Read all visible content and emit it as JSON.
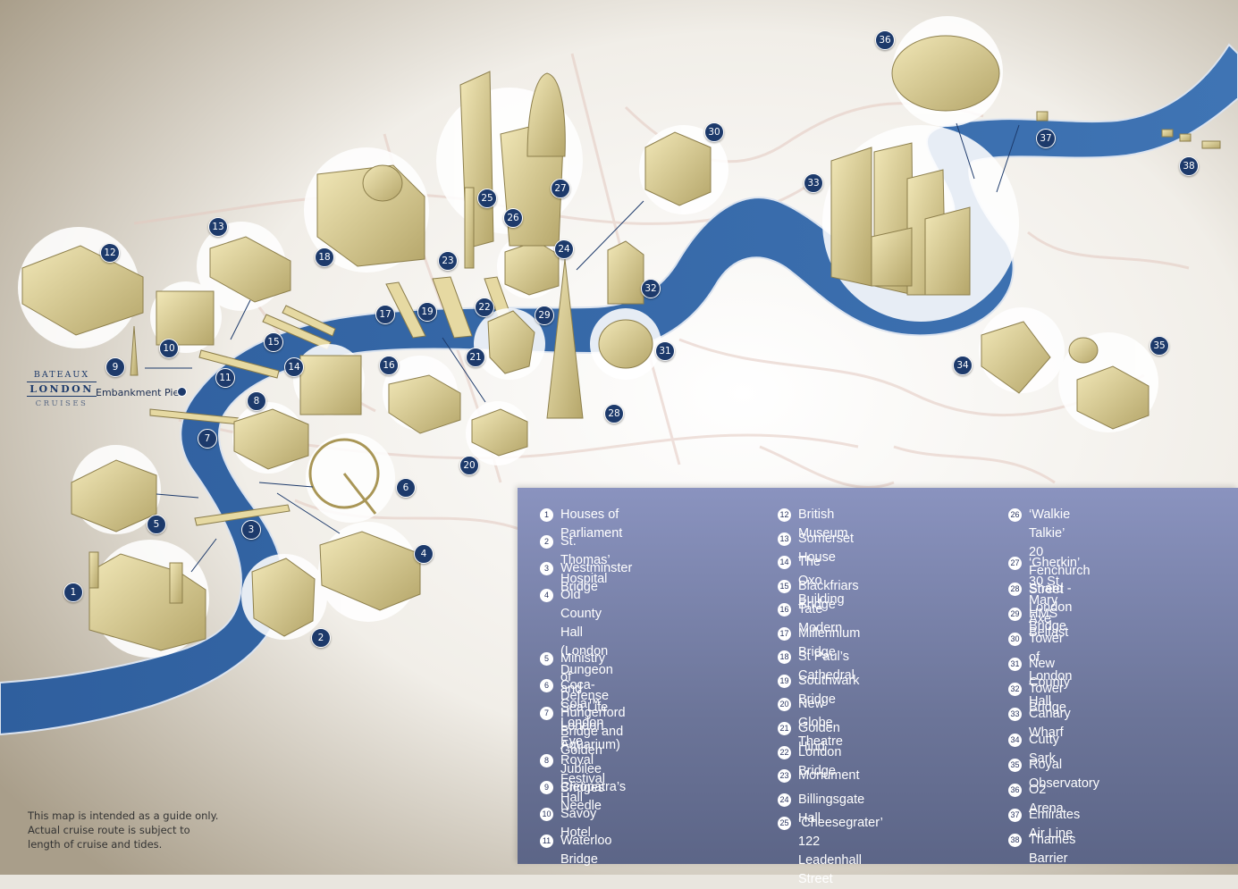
{
  "logo": {
    "line1": "BATEAUX",
    "line2": "LONDON",
    "line3": "CRUISES"
  },
  "pier_label": "Embankment Pier",
  "disclaimer": "This map is intended as a guide only.\nActual cruise route is subject to\nlength of cruise and tides.",
  "colors": {
    "river": "#2a5c9a",
    "marker": "#1d3a6b",
    "legend_bg": "#7079a3"
  },
  "legend": {
    "col1": [
      {
        "n": "1",
        "t": "Houses of Parliament"
      },
      {
        "n": "2",
        "t": "St. Thomas’ Hospital"
      },
      {
        "n": "3",
        "t": "Westminster Bridge"
      },
      {
        "n": "4",
        "t": "Old County Hall\n(London Dungeon and\nSea Life London Aquarium)"
      },
      {
        "n": "5",
        "t": "Ministry of Defense"
      },
      {
        "n": "6",
        "t": "Coca-Cola™ London Eye"
      },
      {
        "n": "7",
        "t": "Hungerford Bridge and\nGolden Jubilee Bridges"
      },
      {
        "n": "8",
        "t": "Royal Festival Hall"
      },
      {
        "n": "9",
        "t": "Cleopatra’s Needle"
      },
      {
        "n": "10",
        "t": "Savoy Hotel"
      },
      {
        "n": "11",
        "t": "Waterloo Bridge"
      }
    ],
    "col2": [
      {
        "n": "12",
        "t": "British Museum"
      },
      {
        "n": "13",
        "t": "Somerset House"
      },
      {
        "n": "14",
        "t": "The Oxo Building"
      },
      {
        "n": "15",
        "t": "Blackfriars Bridge"
      },
      {
        "n": "16",
        "t": "Tate Modern"
      },
      {
        "n": "17",
        "t": "Millennium Bridge"
      },
      {
        "n": "18",
        "t": "St Paul’s Cathedral"
      },
      {
        "n": "19",
        "t": "Southwark Bridge"
      },
      {
        "n": "20",
        "t": "New Globe Theatre"
      },
      {
        "n": "21",
        "t": "Golden Hind"
      },
      {
        "n": "22",
        "t": "London Bridge"
      },
      {
        "n": "23",
        "t": "Monument"
      },
      {
        "n": "24",
        "t": "Billingsgate Hall"
      },
      {
        "n": "25",
        "t": "‘Cheesegrater’\n122 Leadenhall Street"
      }
    ],
    "col3": [
      {
        "n": "26",
        "t": "‘Walkie Talkie’\n20 Fenchurch Street"
      },
      {
        "n": "27",
        "t": "‘Gherkin’ 30 St Mary Axe"
      },
      {
        "n": "28",
        "t": "Shard - London Bridge"
      },
      {
        "n": "29",
        "t": "HMS Belfast"
      },
      {
        "n": "30",
        "t": "Tower of London"
      },
      {
        "n": "31",
        "t": "New County Hall"
      },
      {
        "n": "32",
        "t": "Tower Bridge"
      },
      {
        "n": "33",
        "t": "Canary Wharf"
      },
      {
        "n": "34",
        "t": "Cutty Sark"
      },
      {
        "n": "35",
        "t": "Royal Observatory"
      },
      {
        "n": "36",
        "t": "O2 Arena"
      },
      {
        "n": "37",
        "t": "Emirates Air Line"
      },
      {
        "n": "38",
        "t": "Thames Barrier"
      }
    ]
  },
  "markers": [
    "1",
    "2",
    "3",
    "4",
    "5",
    "6",
    "7",
    "8",
    "9",
    "10",
    "11",
    "12",
    "13",
    "14",
    "15",
    "16",
    "17",
    "18",
    "19",
    "20",
    "21",
    "22",
    "23",
    "24",
    "25",
    "26",
    "27",
    "28",
    "29",
    "30",
    "31",
    "32",
    "33",
    "34",
    "35",
    "36",
    "37",
    "38"
  ]
}
